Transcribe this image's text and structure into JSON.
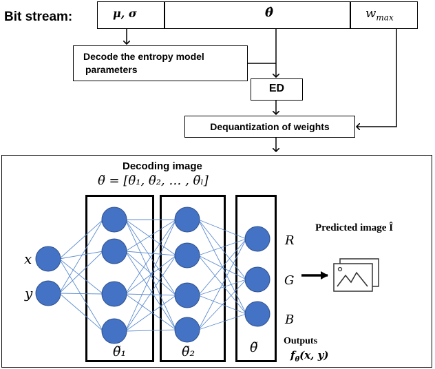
{
  "header": {
    "bitstream_label": "Bit stream:",
    "field_mu_sigma": "μ, σ",
    "field_theta_hat": "θ̂",
    "field_wmax_w": "w",
    "field_wmax_sub": "max"
  },
  "steps": {
    "decode_entropy_line1": "Decode the entropy model",
    "decode_entropy_line2": "parameters",
    "ed": "ED",
    "dequant": "Dequantization of weights"
  },
  "decoding": {
    "title": "Decoding image",
    "theta_eq": "θ̃ = [θ̃₁, θ̃₂, … , θ̃ₗ]",
    "layer1_label": "θ̃₁",
    "layer2_label": "θ̃₂",
    "layer3_label": "θ̃",
    "input_x": "x",
    "input_y": "y",
    "out_r": "R",
    "out_g": "G",
    "out_b": "B",
    "predicted": "Predicted image Î",
    "outputs": "Outputs",
    "f_expr": "f",
    "f_sub": "θ̃",
    "f_args": "(x, y)"
  },
  "colors": {
    "node": "#4472C4",
    "node_stroke": "#2F528F",
    "edge": "#5B8BD0"
  },
  "icons": [
    "image-icon",
    "arrow-right-icon"
  ]
}
